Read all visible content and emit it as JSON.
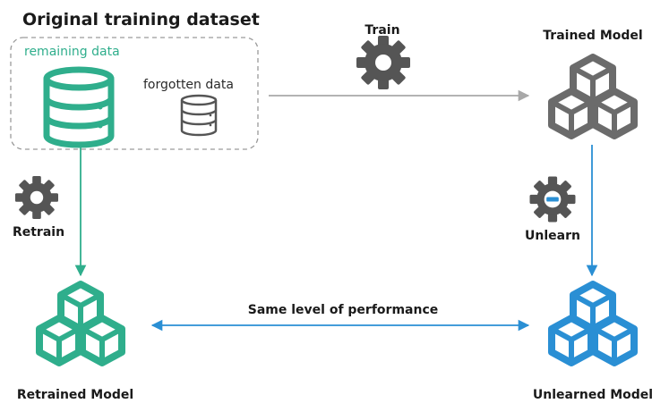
{
  "title": "Original training dataset",
  "labels": {
    "remaining": "remaining data",
    "forgotten": "forgotten data",
    "train": "Train",
    "trained_model": "Trained Model",
    "retrain": "Retrain",
    "unlearn": "Unlearn",
    "same_level": "Same level of performance",
    "retrained_model": "Retrained Model",
    "unlearned_model": "Unlearned Model"
  },
  "colors": {
    "green": "#2fae8c",
    "blue": "#2a8fd4",
    "gray": "#6b6b6b",
    "arrow_gray": "#a8a8a8",
    "text": "#1a1a1a"
  },
  "icons": {
    "remaining": "database-icon",
    "forgotten": "database-icon",
    "train": "gear-icon",
    "retrain": "gear-icon",
    "unlearn": "gear-minus-icon",
    "trained_model": "cubes-icon",
    "retrained_model": "cubes-icon",
    "unlearned_model": "cubes-icon"
  }
}
